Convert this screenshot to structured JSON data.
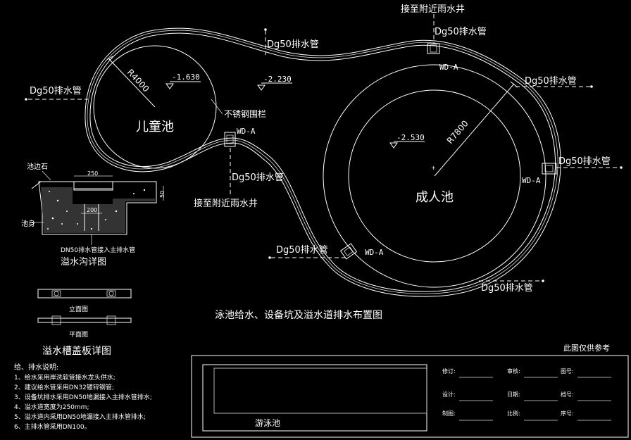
{
  "plan": {
    "title": "泳池给水、设备坑及溢水道排水布置图",
    "kids_pool": {
      "name": "儿童池",
      "radius_label": "R4000",
      "railing_label": "不锈钢围栏"
    },
    "adult_pool": {
      "name": "成人池",
      "radius_label": "R7800"
    },
    "levels": [
      "-1.630",
      "-2.230",
      "-2.530"
    ],
    "drain_label": "Dg50排水管",
    "well_label": "WD-A",
    "rain_well_label": "接至附近雨水井"
  },
  "overflow_detail": {
    "title": "溢水沟详图",
    "labels": {
      "edge_stone": "池边石",
      "pool_body": "池身",
      "pipe_note": "DN50排水管接入主排水管"
    },
    "dims": [
      "250",
      "200",
      "50"
    ]
  },
  "cover_detail": {
    "title": "溢水槽盖板详图",
    "elevation": "立面图",
    "plan": "平面图"
  },
  "notes": {
    "heading": "给、排水说明:",
    "items": [
      "1、给水采用岸洗软管接水龙头供水;",
      "2、建议给水管采用DN32镀锌钢管;",
      "3、设备坑排水采用DN50地漏接入主排水管排水;",
      "4、溢水道宽度为250mm;",
      "5、溢水道内采用DN50地漏接入主排水管排水;",
      "6、主排水管采用DN100。"
    ]
  },
  "reference_note": "此图仅供参考",
  "title_block": {
    "project": "游泳池",
    "fields": [
      "修订:",
      "审核:",
      "图号:",
      "设计:",
      "日期:",
      "档号:",
      "制图:",
      "比例:",
      "序号:"
    ]
  }
}
